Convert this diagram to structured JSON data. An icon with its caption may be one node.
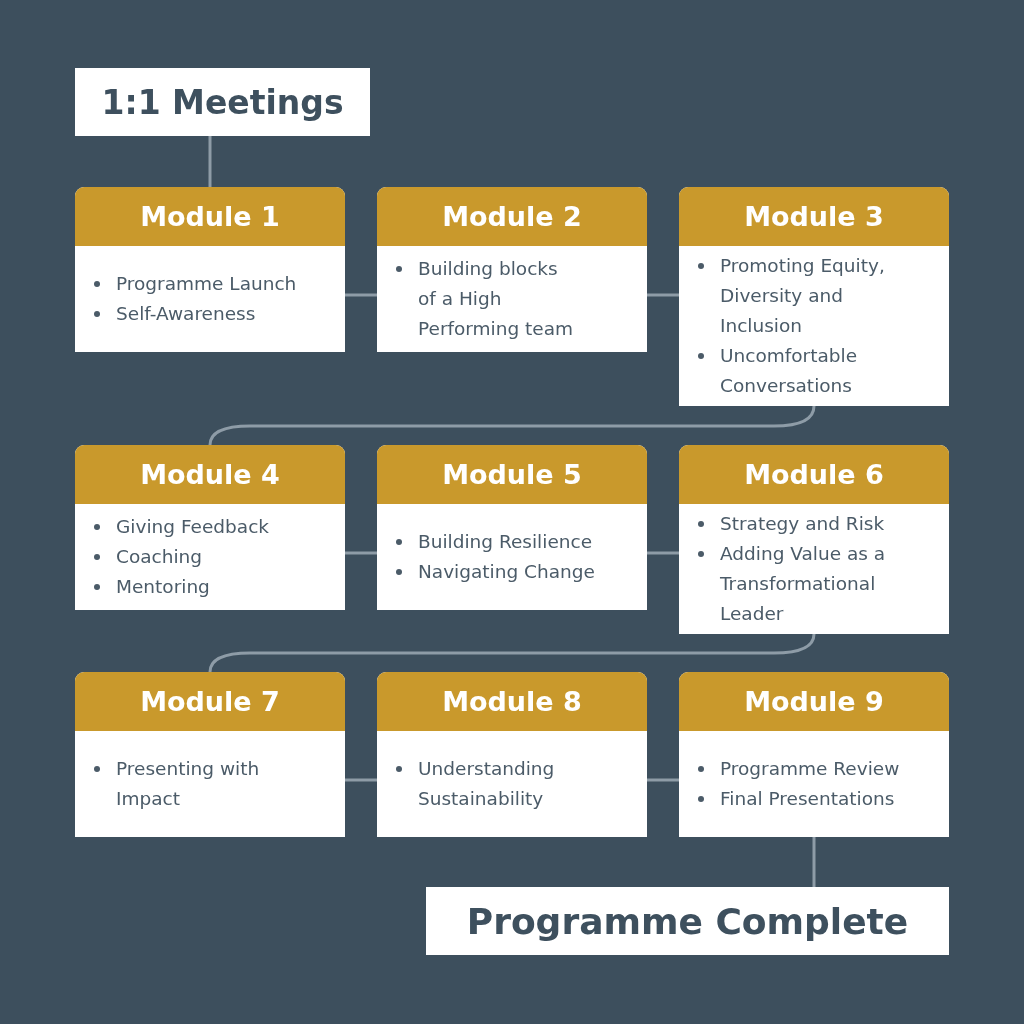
{
  "diagram": {
    "nodes": [
      {
        "text": [
          "1:1 Meetings"
        ]
      },
      {
        "text": [
          "Module 1",
          "Programme Launch",
          "Self-Awareness"
        ]
      },
      {
        "text": [
          "Module 2",
          "Building blocks of a High Performing team"
        ]
      },
      {
        "text": [
          "Module 3",
          "Promoting Equity, Diversity and Inclusion",
          "Uncomfortable Conversations"
        ]
      },
      {
        "text": [
          "Module 4",
          "Giving Feedback",
          "Coaching",
          "Mentoring"
        ]
      },
      {
        "text": [
          "Module 5",
          "Building Resilience",
          "Navigating Change"
        ]
      },
      {
        "text": [
          "Module 6",
          "Strategy and Risk",
          "Adding Value as a Transformational Leader"
        ]
      },
      {
        "text": [
          "Module 7",
          "Presenting with Impact"
        ]
      },
      {
        "text": [
          "Module 8",
          "Understanding Sustainability"
        ]
      },
      {
        "text": [
          "Module 9",
          "Programme Review",
          "Final Presentations"
        ]
      },
      {
        "text": [
          "Programme Complete"
        ]
      }
    ],
    "edges": [
      {
        "from": 0,
        "to": 1,
        "arrow": "none"
      },
      {
        "from": 1,
        "to": 2,
        "arrow": "none"
      },
      {
        "from": 2,
        "to": 3,
        "arrow": "none"
      },
      {
        "from": 3,
        "to": 4,
        "arrow": "none"
      },
      {
        "from": 4,
        "to": 5,
        "arrow": "none"
      },
      {
        "from": 5,
        "to": 6,
        "arrow": "none"
      },
      {
        "from": 6,
        "to": 7,
        "arrow": "none"
      },
      {
        "from": 7,
        "to": 8,
        "arrow": "none"
      },
      {
        "from": 8,
        "to": 9,
        "arrow": "none"
      },
      {
        "from": 9,
        "to": 10,
        "arrow": "none"
      }
    ]
  }
}
